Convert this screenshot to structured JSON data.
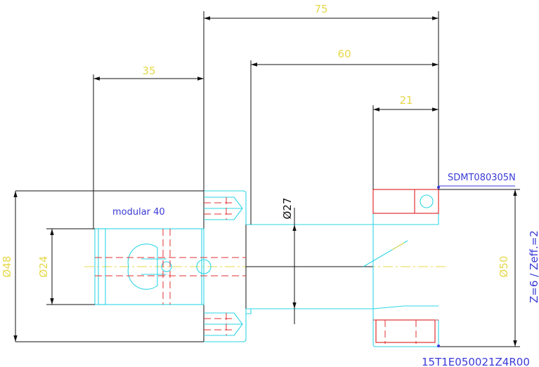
{
  "dimensions": {
    "length_75": "75",
    "length_60": "60",
    "length_35": "35",
    "length_21": "21",
    "dia_48": "Ø48",
    "dia_24": "Ø24",
    "dia_27": "Ø27",
    "dia_50": "Ø50"
  },
  "labels": {
    "insert_code": "SDMT080305N",
    "adapter": "modular 40",
    "teeth": "Z=6 / Zeff.=2",
    "part_number": "15T1E050021Z4R00"
  },
  "colors": {
    "outline": "#2ed6e6",
    "dimension_lines": "#111111",
    "dimension_text": "#e6d84a",
    "hidden_lines": "#e03030",
    "annotation": "#3a3ad6"
  }
}
